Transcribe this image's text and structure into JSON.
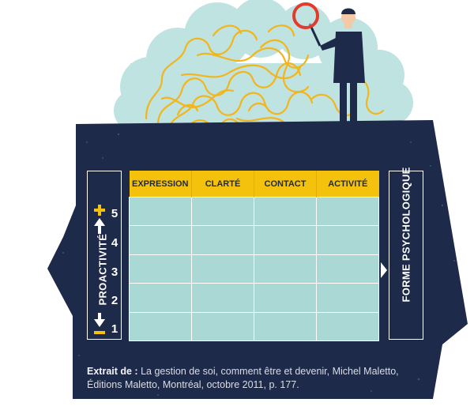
{
  "table": {
    "headers": [
      "EXPRESSION",
      "CLARTÉ",
      "CONTACT",
      "ACTIVITÉ"
    ],
    "row_count": 5
  },
  "left_axis": {
    "label": "PROACTIVITÉ",
    "plus_sign": "+",
    "minus_sign": "−",
    "levels": [
      "5",
      "4",
      "3",
      "2",
      "1"
    ]
  },
  "right_axis": {
    "label": "FORME PSYCHOLOGIQUE"
  },
  "caption": {
    "prefix": "Extrait de :",
    "text": "La gestion de soi, comment être et devenir, Michel Maletto, Éditions Maletto, Montréal, octobre 2011, p. 177."
  },
  "colors": {
    "navy": "#1e2a4a",
    "yellow": "#f4c20d",
    "table_cell": "#a9d8d5",
    "cloud": "#bfe3e1",
    "maze": "#f2b51b",
    "red_lens": "#e23b2e"
  }
}
